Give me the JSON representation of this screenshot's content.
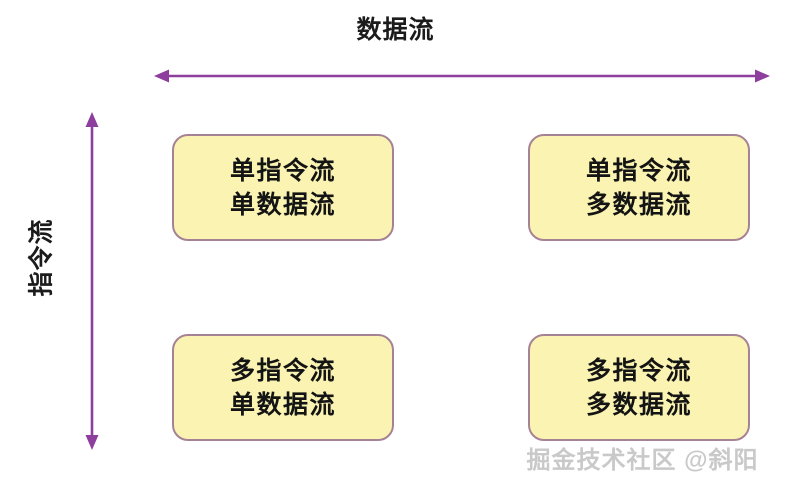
{
  "diagram": {
    "type": "matrix-2x2",
    "x_axis": {
      "label": "数据流",
      "arrow": "double-headed-horizontal-arrow",
      "color": "#8e3f9e"
    },
    "y_axis": {
      "label": "指令流",
      "arrow": "double-headed-vertical-arrow",
      "color": "#8e3f9e"
    },
    "cells": [
      {
        "id": "sisd",
        "line1": "单指令流",
        "line2": "单数据流"
      },
      {
        "id": "simd",
        "line1": "单指令流",
        "line2": "多数据流"
      },
      {
        "id": "misd",
        "line1": "多指令流",
        "line2": "单数据流"
      },
      {
        "id": "mimd",
        "line1": "多指令流",
        "line2": "多数据流"
      }
    ],
    "style": {
      "box_fill": "#faf3b2",
      "box_border": "#a58394",
      "text_color": "#141414",
      "background": "#ffffff",
      "watermark_color": "#c9c9c9"
    },
    "watermark": "掘金技术社区 @斜阳"
  }
}
